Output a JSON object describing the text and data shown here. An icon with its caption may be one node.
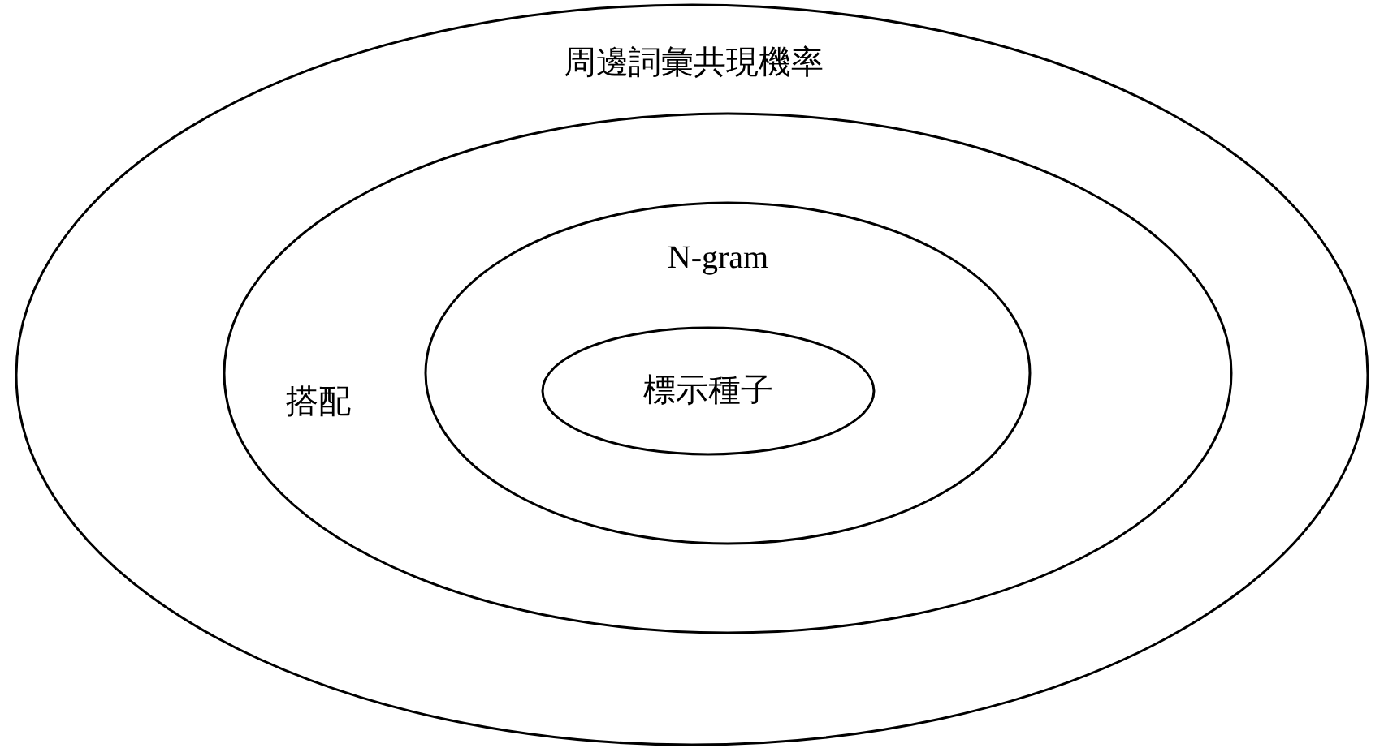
{
  "diagram": {
    "nodes": [
      {
        "text": [
          "周邊詞彙共現機率"
        ]
      },
      {
        "text": [
          "搭配"
        ],
        "in": 0
      },
      {
        "text": [
          "N-gram"
        ],
        "in": 1
      },
      {
        "text": [
          "標示種子"
        ],
        "in": 2
      }
    ]
  }
}
